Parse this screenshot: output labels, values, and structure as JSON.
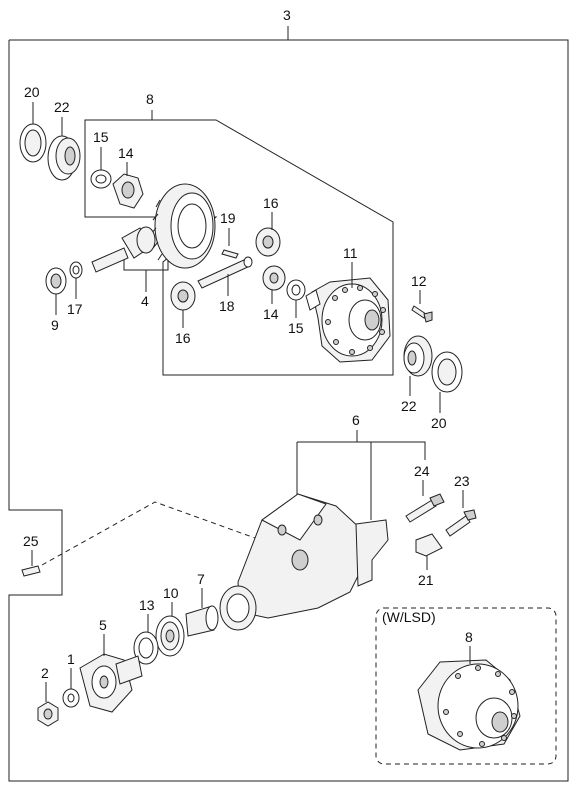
{
  "diagram": {
    "assembly_number": "3",
    "lsd_label": "(W/LSD)",
    "part_labels": {
      "n20a": "20",
      "n22a": "22",
      "n8a": "8",
      "n15a": "15",
      "n14a": "14",
      "n19": "19",
      "n16a": "16",
      "n11": "11",
      "n12": "12",
      "n9": "9",
      "n17": "17",
      "n4": "4",
      "n18": "18",
      "n16b": "16",
      "n14b": "14",
      "n15b": "15",
      "n22b": "22",
      "n20b": "20",
      "n6": "6",
      "n24": "24",
      "n23": "23",
      "n21": "21",
      "n25": "25",
      "n7": "7",
      "n10": "10",
      "n13": "13",
      "n5": "5",
      "n1": "1",
      "n2": "2",
      "n8b": "8"
    }
  }
}
